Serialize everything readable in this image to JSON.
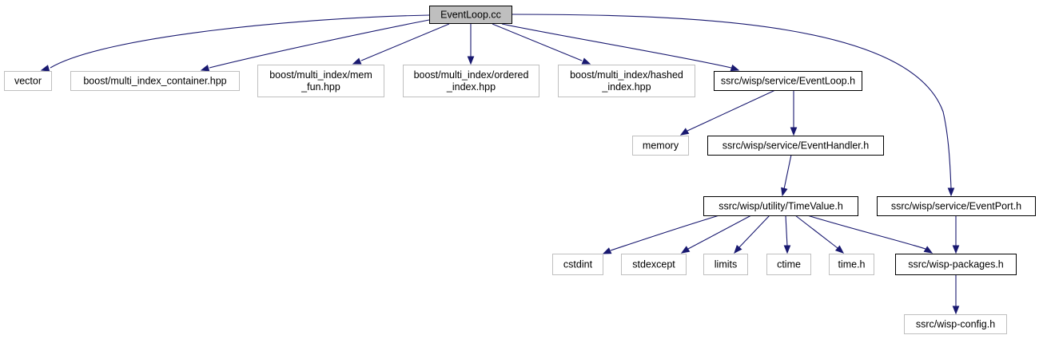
{
  "graph": {
    "title": "",
    "edge_color": "#191970",
    "nodes": [
      {
        "id": "eventloop_cc",
        "label": "EventLoop.cc",
        "style": "root"
      },
      {
        "id": "vector",
        "label": "vector",
        "style": "system"
      },
      {
        "id": "mi_container",
        "label": "boost/multi_index_container.hpp",
        "style": "system"
      },
      {
        "id": "mi_mem_fun",
        "label": "boost/multi_index/mem\n_fun.hpp",
        "style": "system"
      },
      {
        "id": "mi_ordered",
        "label": "boost/multi_index/ordered\n_index.hpp",
        "style": "system"
      },
      {
        "id": "mi_hashed",
        "label": "boost/multi_index/hashed\n_index.hpp",
        "style": "system"
      },
      {
        "id": "eventloop_h",
        "label": "ssrc/wisp/service/EventLoop.h",
        "style": "project"
      },
      {
        "id": "memory",
        "label": "memory",
        "style": "system"
      },
      {
        "id": "eventhandler_h",
        "label": "ssrc/wisp/service/EventHandler.h",
        "style": "project"
      },
      {
        "id": "timevalue_h",
        "label": "ssrc/wisp/utility/TimeValue.h",
        "style": "project"
      },
      {
        "id": "eventport_h",
        "label": "ssrc/wisp/service/EventPort.h",
        "style": "project"
      },
      {
        "id": "cstdint",
        "label": "cstdint",
        "style": "system"
      },
      {
        "id": "stdexcept",
        "label": "stdexcept",
        "style": "system"
      },
      {
        "id": "limits",
        "label": "limits",
        "style": "system"
      },
      {
        "id": "ctime",
        "label": "ctime",
        "style": "system"
      },
      {
        "id": "time_h",
        "label": "time.h",
        "style": "system"
      },
      {
        "id": "wisp_packages_h",
        "label": "ssrc/wisp-packages.h",
        "style": "project"
      },
      {
        "id": "wisp_config_h",
        "label": "ssrc/wisp-config.h",
        "style": "system"
      }
    ],
    "edges": [
      {
        "from": "eventloop_cc",
        "to": "vector"
      },
      {
        "from": "eventloop_cc",
        "to": "mi_container"
      },
      {
        "from": "eventloop_cc",
        "to": "mi_mem_fun"
      },
      {
        "from": "eventloop_cc",
        "to": "mi_ordered"
      },
      {
        "from": "eventloop_cc",
        "to": "mi_hashed"
      },
      {
        "from": "eventloop_cc",
        "to": "eventloop_h"
      },
      {
        "from": "eventloop_cc",
        "to": "eventport_h"
      },
      {
        "from": "eventloop_h",
        "to": "memory"
      },
      {
        "from": "eventloop_h",
        "to": "eventhandler_h"
      },
      {
        "from": "eventhandler_h",
        "to": "timevalue_h"
      },
      {
        "from": "timevalue_h",
        "to": "cstdint"
      },
      {
        "from": "timevalue_h",
        "to": "stdexcept"
      },
      {
        "from": "timevalue_h",
        "to": "limits"
      },
      {
        "from": "timevalue_h",
        "to": "ctime"
      },
      {
        "from": "timevalue_h",
        "to": "time_h"
      },
      {
        "from": "timevalue_h",
        "to": "wisp_packages_h"
      },
      {
        "from": "eventport_h",
        "to": "wisp_packages_h"
      },
      {
        "from": "wisp_packages_h",
        "to": "wisp_config_h"
      }
    ]
  }
}
